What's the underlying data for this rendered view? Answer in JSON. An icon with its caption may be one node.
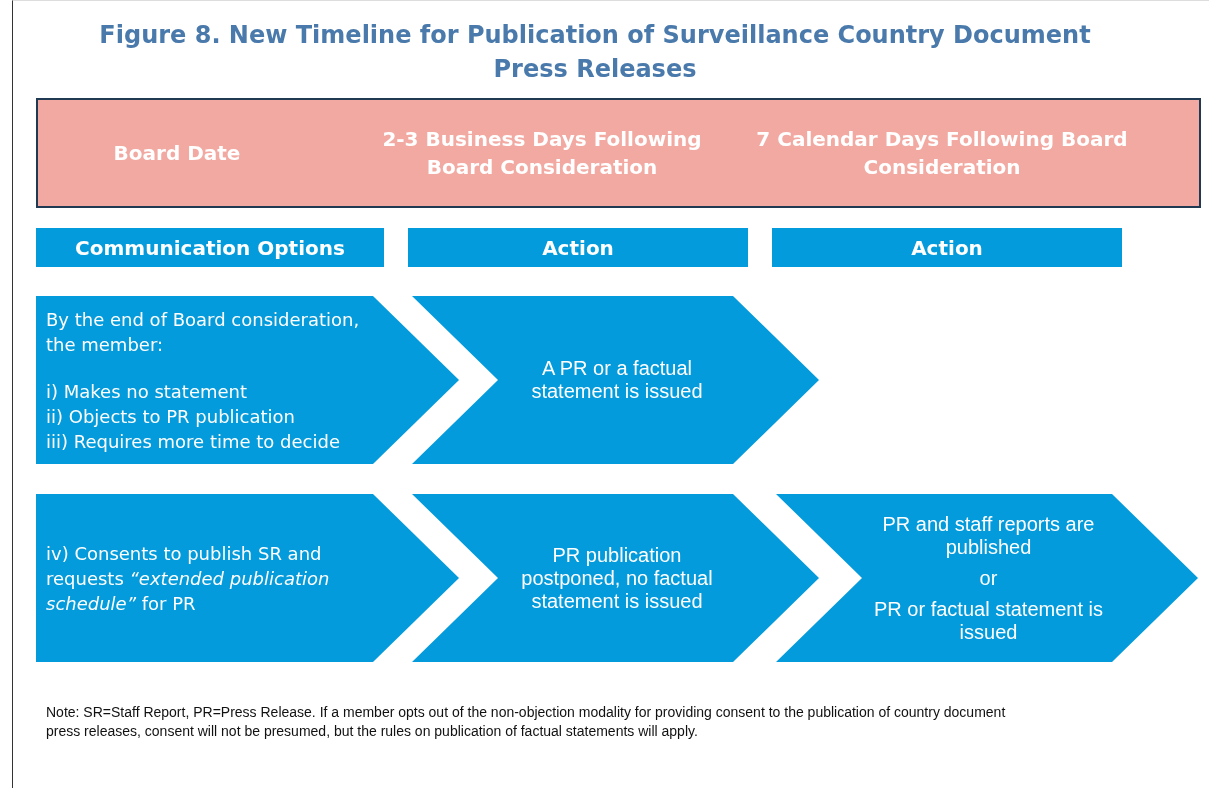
{
  "diagram": {
    "title": "Figure 8. New Timeline for Publication of Surveillance Country Document Press Releases",
    "nodes": [
      {
        "text": [
          "Board Date",
          "2-3 Business Days Following Board Consideration",
          "7 Calendar Days Following Board Consideration"
        ]
      },
      {
        "text": [
          "Communication Options"
        ]
      },
      {
        "text": [
          "Action"
        ]
      },
      {
        "text": [
          "Action"
        ]
      },
      {
        "text": [
          "By the end of Board consideration, the member:",
          "i) Makes no statement",
          "ii) Objects to PR publication",
          "iii) Requires more time to decide"
        ]
      },
      {
        "text": [
          "A PR or a factual statement is issued"
        ]
      },
      {
        "text": [
          "iv) Consents to publish SR and requests *“extended publication schedule”* for PR"
        ]
      },
      {
        "text": [
          "PR publication postponed, no factual statement is issued"
        ]
      },
      {
        "text": [
          "PR and staff reports are published",
          "or",
          "PR or factual statement is issued"
        ]
      }
    ],
    "edges": [],
    "caption": "Note: SR=Staff Report, PR=Press Release. If a member opts out of the non-objection modality for providing consent to the publication of country document press releases, consent will not be presumed, but the rules on publication of factual statements will apply."
  }
}
